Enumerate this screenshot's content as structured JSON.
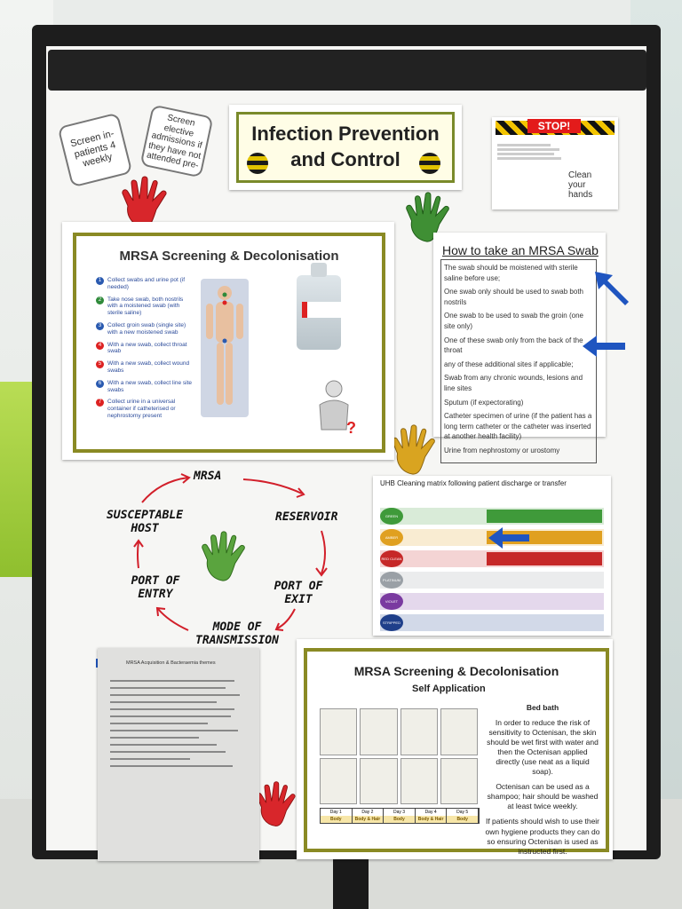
{
  "sticker_screen": "Screen in-patients 4 weekly",
  "sticker_elective": "Screen elective admissions if they have not attended pre-",
  "title": {
    "line1": "Infection Prevention",
    "line2": "and Control"
  },
  "stop_poster": {
    "heading": "STOP!",
    "footer": "Clean your hands"
  },
  "mrsa_screening": {
    "title": "MRSA Screening & Decolonisation",
    "steps": [
      {
        "num": "1",
        "text": "Collect swabs and urine pot (if needed)",
        "color": "#2a5ab0"
      },
      {
        "num": "2",
        "text": "Take nose swab, both nostrils with a moistened swab (with sterile saline)",
        "color": "#2f8a3a"
      },
      {
        "num": "3",
        "text": "Collect groin swab (single site) with a new moistened swab",
        "color": "#2a5ab0"
      },
      {
        "num": "4",
        "text": "With a new swab, collect throat swab",
        "color": "#d22"
      },
      {
        "num": "5",
        "text": "With a new swab, collect wound swabs",
        "color": "#d22"
      },
      {
        "num": "6",
        "text": "With a new swab, collect line site swabs",
        "color": "#2a5ab0"
      },
      {
        "num": "7",
        "text": "Collect urine in a universal container if catheterised or nephrostomy present",
        "color": "#d22"
      }
    ]
  },
  "swab": {
    "title": "How to take an MRSA Swab",
    "items": [
      "The swab should be moistened with sterile saline before use;",
      "One swab only should be used to swab both nostrils",
      "One swab to be used to swab the groin (one site only)",
      "One of these swab only from the back of the throat",
      "any of these additional sites if applicable;",
      "Swab from any chronic wounds, lesions and line sites",
      "Sputum (if expectorating)",
      "Catheter specimen of urine (if the patient has a long term catheter or the catheter was inserted at another health facility)",
      "Urine from nephrostomy or urostomy"
    ]
  },
  "cycle": {
    "mrsa": "MRSA",
    "reservoir": "RESERVOIR",
    "port_exit": "PORT OF EXIT",
    "mode": "MODE OF TRANSMISSION",
    "port_entry": "PORT OF ENTRY",
    "susceptible": "SUSCEPTABLE HOST"
  },
  "matrix": {
    "title": "UHB Cleaning matrix following patient discharge or transfer",
    "rows": [
      {
        "label": "GREEN",
        "color": "#3f9a3a"
      },
      {
        "label": "AMBER CLEAN",
        "color": "#e0a020"
      },
      {
        "label": "RED CLEAN",
        "color": "#c62828"
      },
      {
        "label": "PLATINUM CLEAN",
        "color": "#9aa0a6"
      },
      {
        "label": "VIOLET CLEAN",
        "color": "#7a3aa0"
      },
      {
        "label": "STRIPPED",
        "color": "#1f3f8a"
      }
    ]
  },
  "themes": {
    "title": "MRSA Acquisition & Bacteraemia themes"
  },
  "self_app": {
    "title": "MRSA Screening & Decolonisation",
    "subtitle": "Self Application",
    "bed_title": "Bed bath",
    "p1": "In order to reduce the risk of sensitivity to Octenisan, the skin should be wet first with water and then the Octenisan applied directly (use neat as a liquid soap).",
    "p2": "Octenisan can be used as a shampoo; hair should be washed at least twice weekly.",
    "p3": "If patients should wish to use their own hygiene products they can do so ensuring Octenisan is used as instructed first.",
    "days": [
      "Day 1",
      "Day 2",
      "Day 3",
      "Day 4",
      "Day 5"
    ],
    "day_labels": [
      "Body",
      "Body & Hair",
      "Body",
      "Body & Hair",
      "Body"
    ]
  }
}
